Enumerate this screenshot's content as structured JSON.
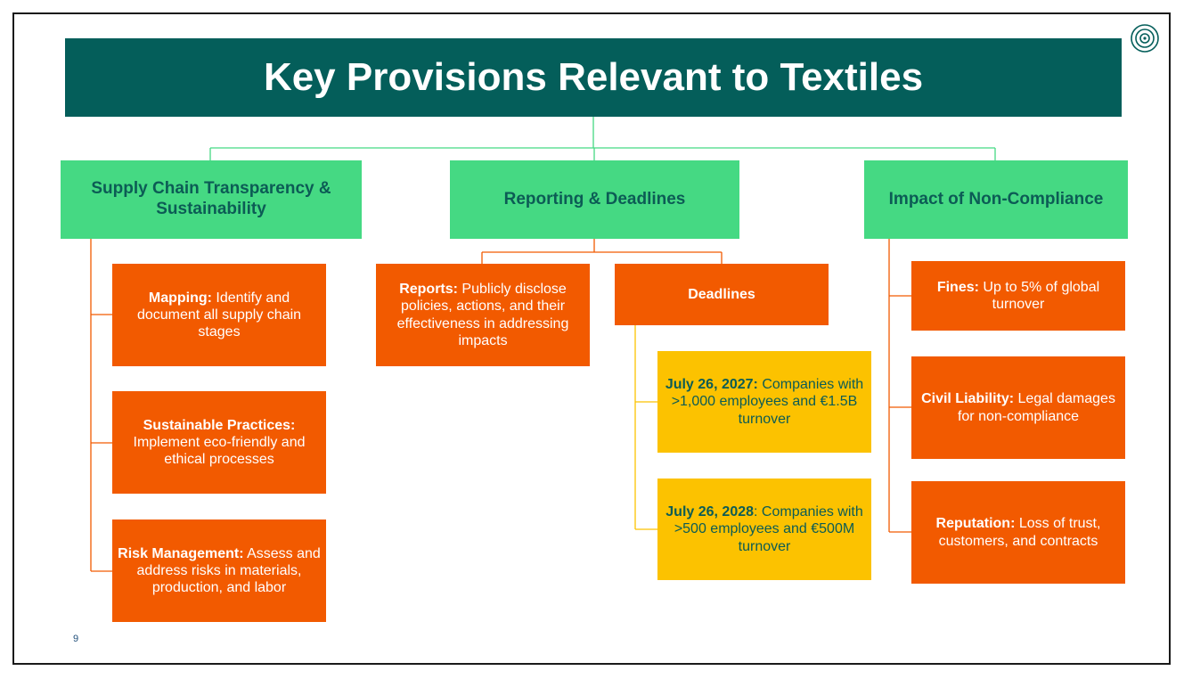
{
  "title": "Key Provisions Relevant to Textiles",
  "page_number": "9",
  "colors": {
    "title_bg": "#045e5a",
    "category_bg": "#45d983",
    "item_bg": "#f25a00",
    "deadline_bg": "#fcc200"
  },
  "logo_icon": "concentric-circles-logo-icon",
  "categories": {
    "supply_chain": {
      "label": "Supply Chain Transparency & Sustainability",
      "items": [
        {
          "bold": "Mapping:",
          "text": " Identify and document all supply chain stages"
        },
        {
          "bold": "Sustainable Practices:",
          "text": " Implement eco-friendly and ethical processes"
        },
        {
          "bold": "Risk Management:",
          "text": " Assess and address risks in materials, production, and labor"
        }
      ]
    },
    "reporting": {
      "label": "Reporting & Deadlines",
      "reports": {
        "bold": "Reports:",
        "text": " Publicly disclose policies, actions, and their effectiveness in addressing impacts"
      },
      "deadlines_label": "Deadlines",
      "deadlines": [
        {
          "bold": "July 26, 2027:",
          "text": " Companies with >1,000 employees and €1.5B turnover"
        },
        {
          "bold": "July 26, 2028",
          "text": ": Companies with >500 employees and €500M turnover"
        }
      ]
    },
    "non_compliance": {
      "label": "Impact of Non-Compliance",
      "items": [
        {
          "bold": "Fines:",
          "text": " Up to 5% of global turnover"
        },
        {
          "bold": "Civil Liability:",
          "text": " Legal damages for non-compliance"
        },
        {
          "bold": "Reputation:",
          "text": " Loss of trust, customers, and contracts"
        }
      ]
    }
  }
}
